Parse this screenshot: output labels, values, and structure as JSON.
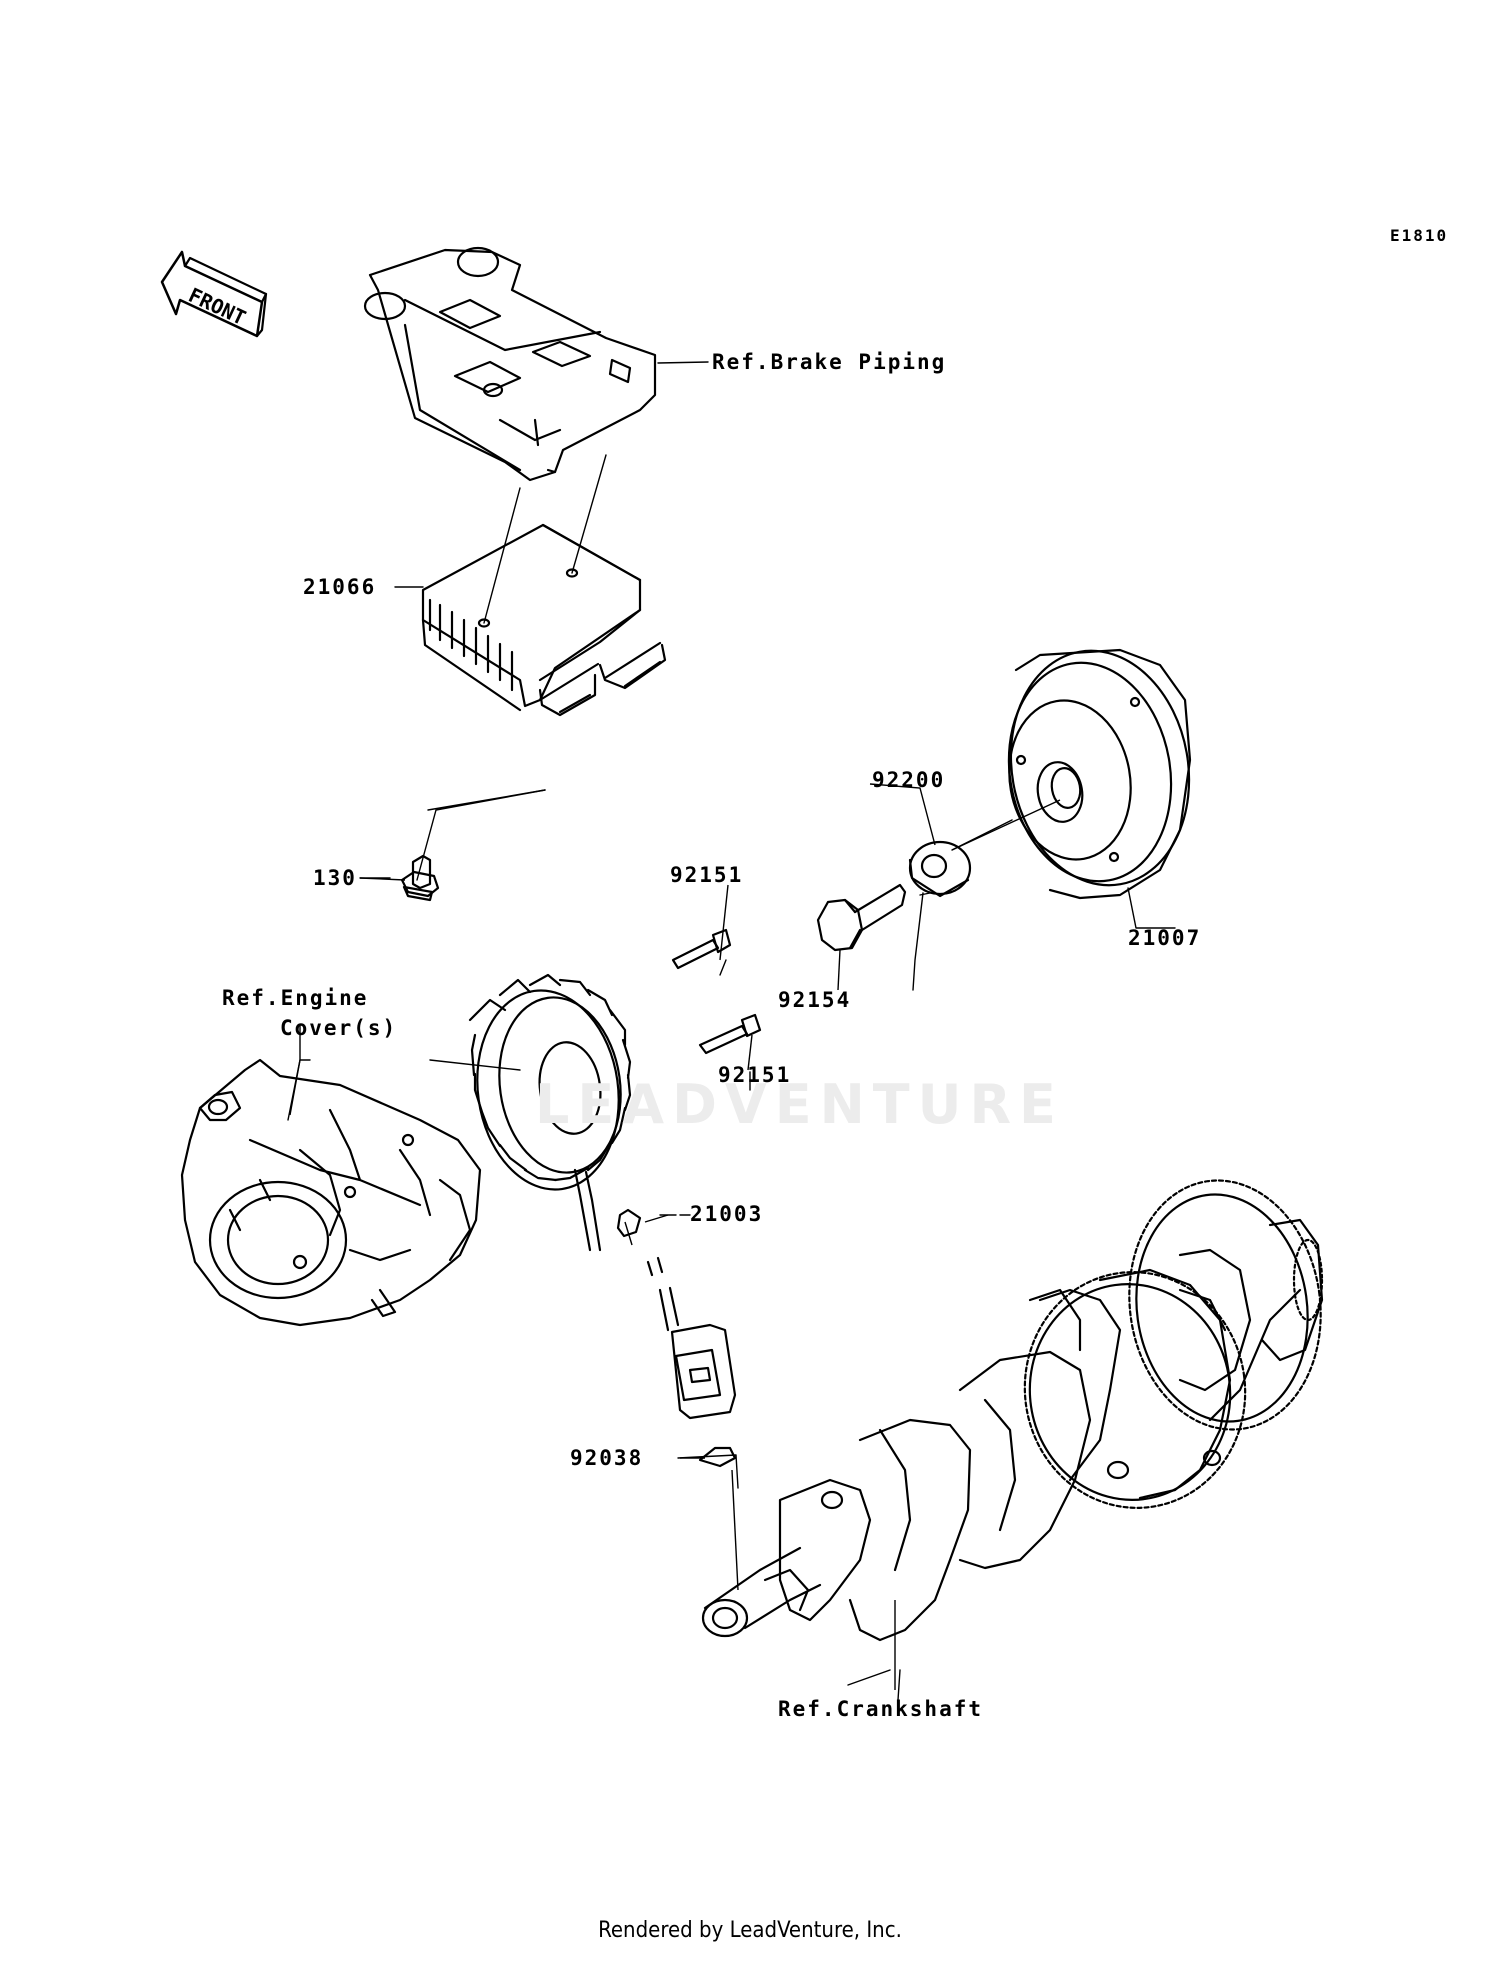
{
  "diagram_code": "E1810",
  "watermark": "LEADVENTURE",
  "front_arrow_label": "FRONT",
  "footer": "Rendered by LeadVenture, Inc.",
  "callouts": {
    "ref_brake_piping": "Ref.Brake Piping",
    "p21066": "21066",
    "p130": "130",
    "p92200": "92200",
    "p21007": "21007",
    "p92151_top": "92151",
    "p92154": "92154",
    "p92151_bottom": "92151",
    "ref_engine_cover_line1": "Ref.Engine",
    "ref_engine_cover_line2": "Cover(s)",
    "p21003": "21003",
    "p92038": "92038",
    "ref_crankshaft": "Ref.Crankshaft"
  }
}
